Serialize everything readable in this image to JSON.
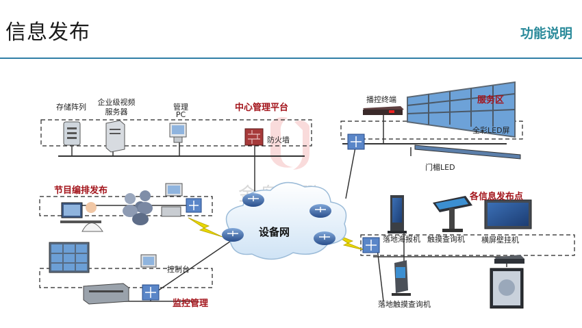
{
  "header": {
    "title": "信息发布",
    "section": "功能说明"
  },
  "watermark": "金鸟巨鹏",
  "nodes": {
    "storage_array": "存储阵列",
    "video_server_line1": "企业级视频",
    "video_server_line2": "服务器",
    "mgmt_pc_line1": "管理",
    "mgmt_pc_line2": "PC",
    "firewall": "防火墙",
    "playback_terminal": "播控终端",
    "full_color_led": "全彩LED屏",
    "lintel_led": "门楣LED",
    "floor_kiosk_ad": "落地海报机",
    "touch_query_1": "触摸查询机",
    "landscape_wall": "横屏壁挂机",
    "floor_touch_query": "落地触摸查询机",
    "console": "控制台",
    "cloud": "设备网"
  },
  "areas": {
    "center_platform": "中心管理平台",
    "service_area": "服务区",
    "program_editing": "节目编排发布",
    "publish_points": "各信息发布点",
    "monitoring": "监控管理"
  },
  "colors": {
    "accent_red": "#a3141b",
    "header_teal": "#2a8a9a",
    "rule_blue": "#2f7ea6",
    "lightning": "#e8d800"
  }
}
